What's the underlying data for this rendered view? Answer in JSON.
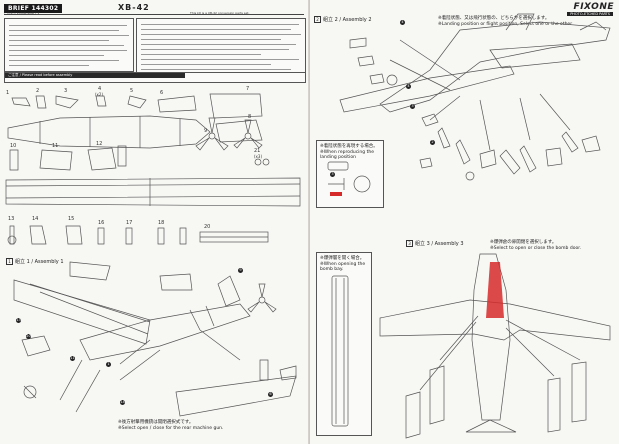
{
  "left_page": {
    "brand": "BRIEF 144302",
    "model": "XB-42",
    "jp_title": "このキットはXB-42用です",
    "en_title": "This kit is a XB-42 conversion parts set.",
    "notes_header": "ご注意 / Please read before assembly",
    "parts": {
      "p1": "1",
      "p2": "2",
      "p3": "3",
      "p4": "4",
      "p4q": "(x2)",
      "p5": "5",
      "p6": "6",
      "p7": "7",
      "p8": "8",
      "p9": "9",
      "p10": "10",
      "p11": "11",
      "p12": "12",
      "p21": "21",
      "p21q": "(x3)",
      "p13": "13",
      "p14": "14",
      "p15": "15",
      "p16": "16",
      "p17": "17",
      "p18": "18",
      "p20": "20"
    },
    "assembly1_title": "組立 1 / Assembly 1",
    "assembly1_num": "1",
    "caption_jp": "※後方射撃用機銃は開閉選択式です。",
    "caption_en": "※Select open / close for the rear machine gun."
  },
  "right_page": {
    "brand": "FIXONE",
    "brand_sub": "PHOTO-ETCHED PARTS",
    "assembly2_title": "組立 2 / Assembly 2",
    "assembly2_num": "2",
    "gear_note_jp": "※着陸状態、又は飛行状態の、どちらかを選択します。",
    "gear_note_en": "※Landing position or flight position, Select one or the other.",
    "landing_note_jp": "※着陸状態を再現する場合。",
    "landing_note_en": "※When reproducing the landing position",
    "bomb_note_jp": "※爆弾層を開く場合。",
    "bomb_note_en": "※When opening the bomb bay.",
    "assembly3_title": "組立 3 / Assembly 3",
    "assembly3_num": "3",
    "bomb_select_jp": "※爆弾倉の扉開閉を選択します。",
    "bomb_select_en": "※Select to open or close the bomb door."
  },
  "colors": {
    "accent_red": "#d62a2a",
    "ink": "#222222",
    "paper": "#f7f7f4"
  }
}
